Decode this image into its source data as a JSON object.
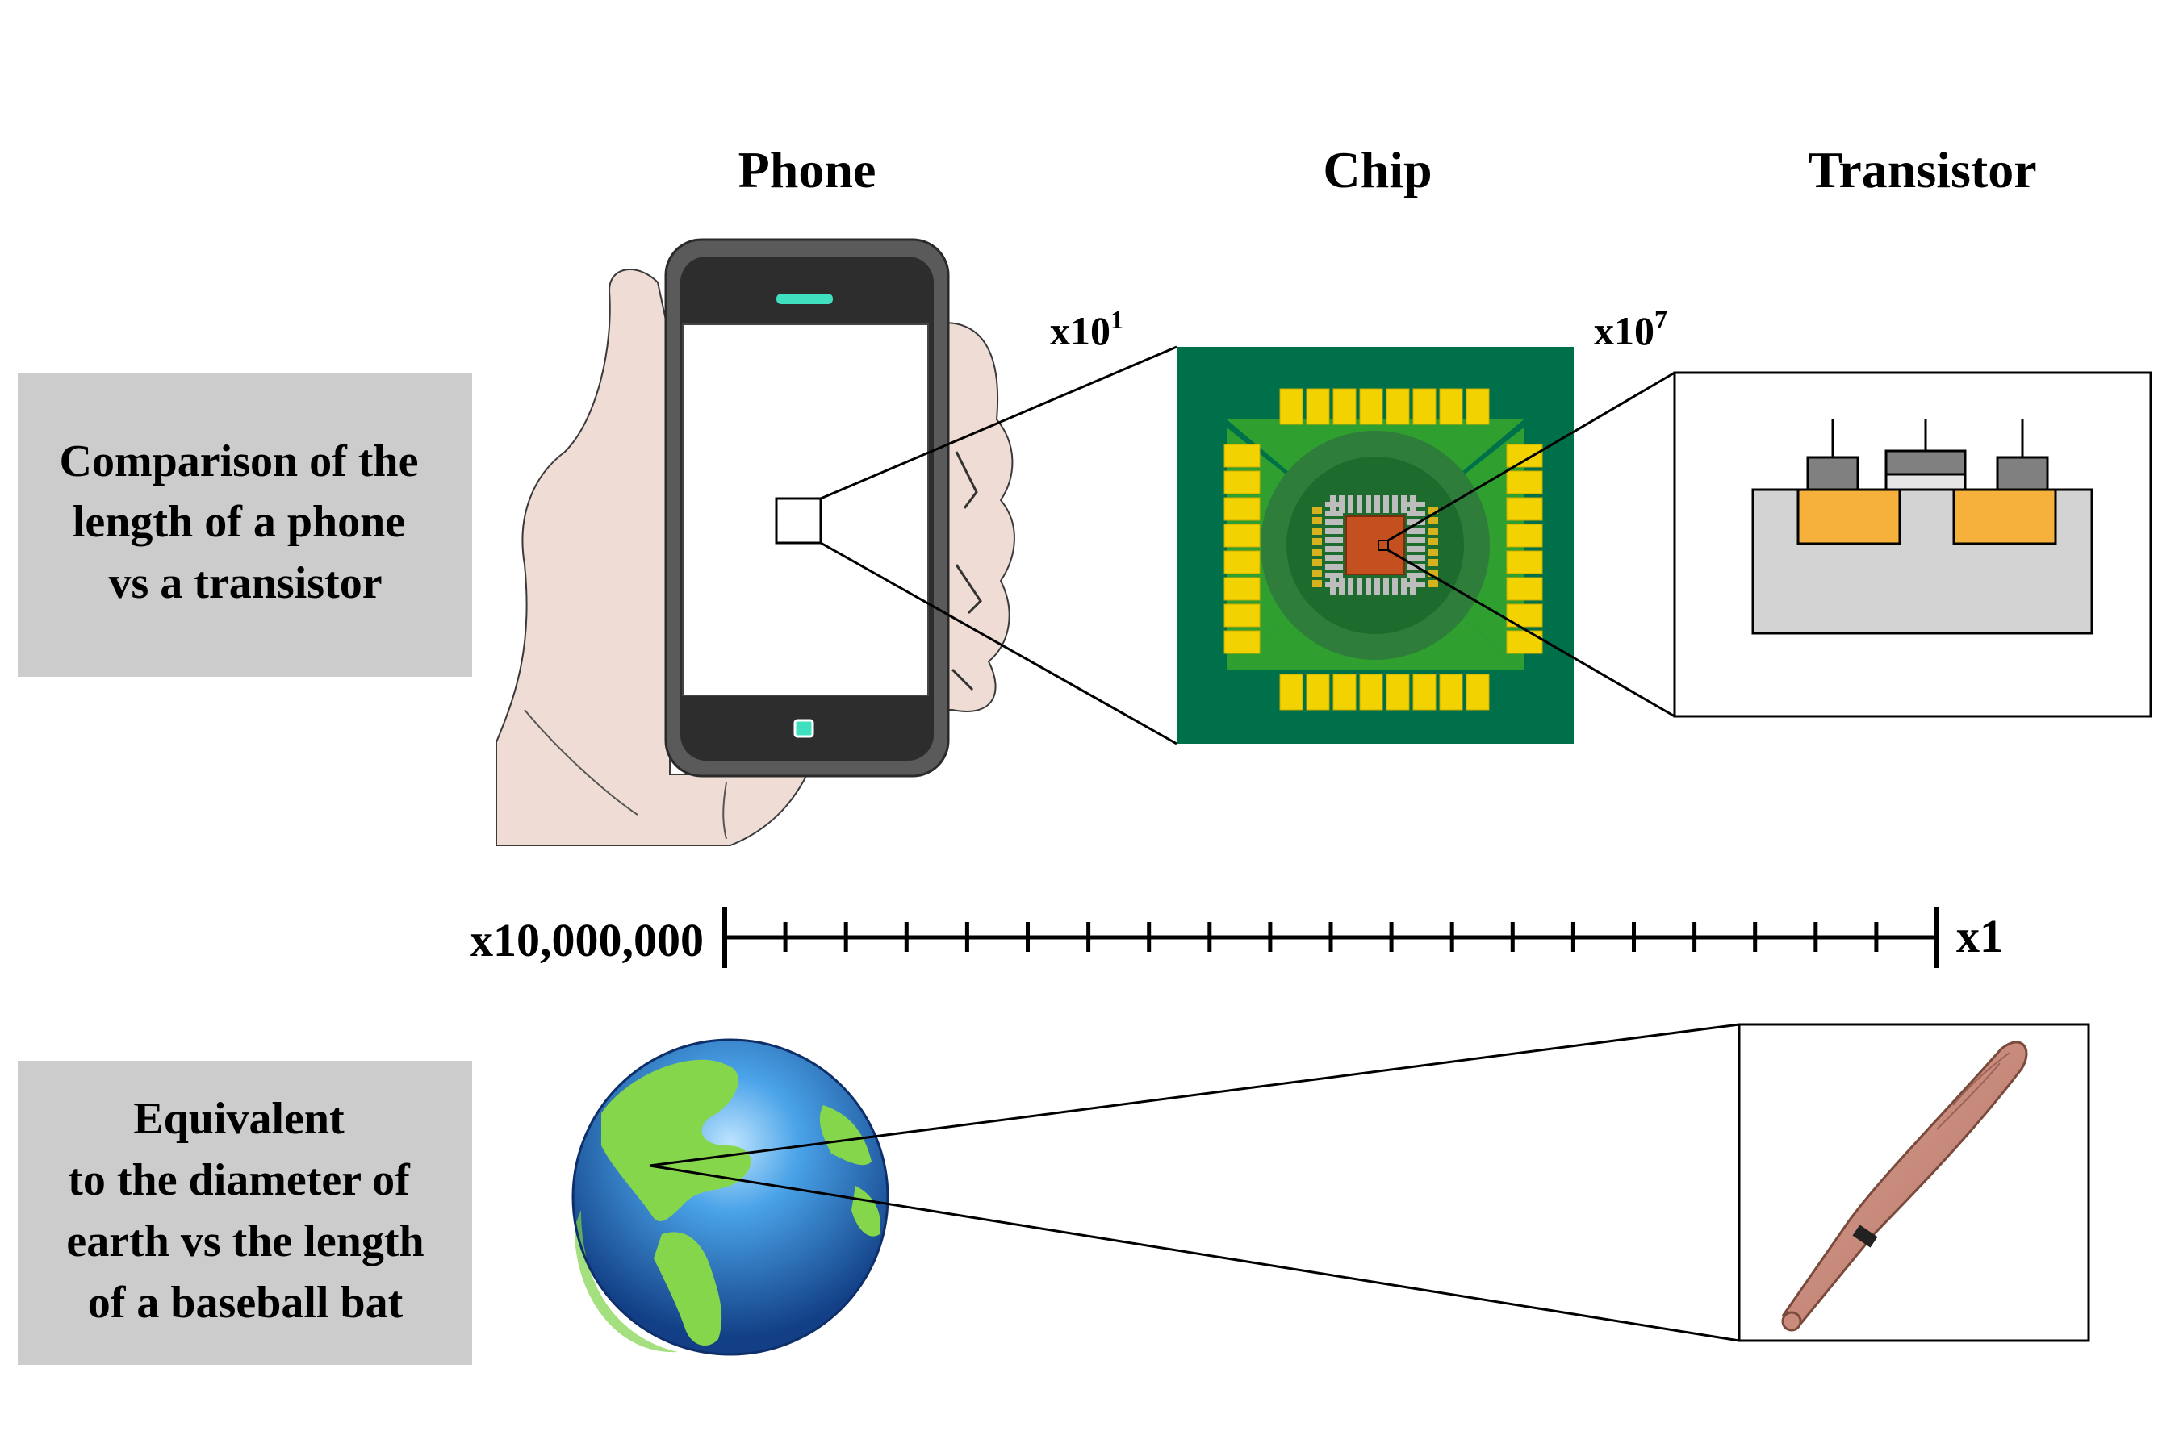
{
  "headings": {
    "phone": "Phone",
    "chip": "Chip",
    "transistor": "Transistor"
  },
  "comparison_box": {
    "lines": [
      "Comparison of the",
      "length of a phone",
      "vs a transistor"
    ]
  },
  "equivalent_box": {
    "lines": [
      "Equivalent",
      "to the diameter of",
      "earth vs the length",
      "of a baseball bat"
    ]
  },
  "magnifications": {
    "phone_to_chip": {
      "base": "x10",
      "exp": "1"
    },
    "chip_to_transistor": {
      "base": "x10",
      "exp": "7"
    }
  },
  "scale_bar": {
    "left_label": "x10,000,000",
    "right_label": "x1",
    "minor_ticks": 20
  },
  "colors": {
    "hand": "#efdcd5",
    "phone_case": "#4d4d4d",
    "phone_indicator": "#3fe0c0",
    "chip_board": "#00704a",
    "chip_pads": "#f2d200",
    "chip_die": "#c44f1f",
    "transistor_body": "#d3d3d3",
    "transistor_wells": "#f5a623",
    "label_box": "#cccccc",
    "earth_ocean": "#1a5faa",
    "earth_land": "#7ed348",
    "bat": "#c98c7c"
  },
  "icons": [
    "hand-holding-phone",
    "chip",
    "transistor-cross-section",
    "earth-globe",
    "baseball-bat"
  ]
}
